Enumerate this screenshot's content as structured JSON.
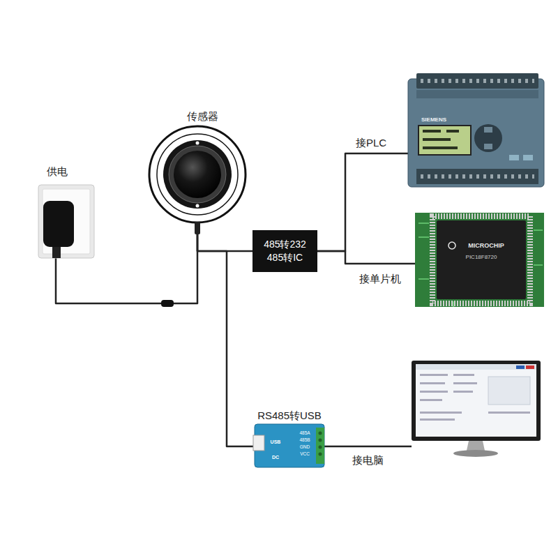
{
  "diagram": {
    "nodes": [
      {
        "text": [
          "供电"
        ]
      },
      {
        "text": [
          "传感器"
        ]
      },
      {
        "text": [
          "485转232",
          "485转IC"
        ]
      },
      {
        "text": [
          "接PLC"
        ]
      },
      {
        "text": [
          "接单片机"
        ]
      },
      {
        "text": [
          "RS485转USB"
        ]
      },
      {
        "text": [
          "接电脑"
        ]
      }
    ],
    "edges": [
      {
        "from": 0,
        "to": 1,
        "arrow": "none"
      },
      {
        "from": 1,
        "to": 2,
        "arrow": "none"
      },
      {
        "from": 1,
        "to": 5,
        "arrow": "none"
      },
      {
        "from": 2,
        "to": 3,
        "arrow": "none"
      },
      {
        "from": 2,
        "to": 4,
        "arrow": "none"
      },
      {
        "from": 5,
        "to": 6,
        "arrow": "none"
      }
    ],
    "labels": [
      "SIEMENS",
      "MICROCHIP",
      "PIC18F8720",
      "USB",
      "DC",
      "485A",
      "485B",
      "GND",
      "VCC"
    ]
  }
}
